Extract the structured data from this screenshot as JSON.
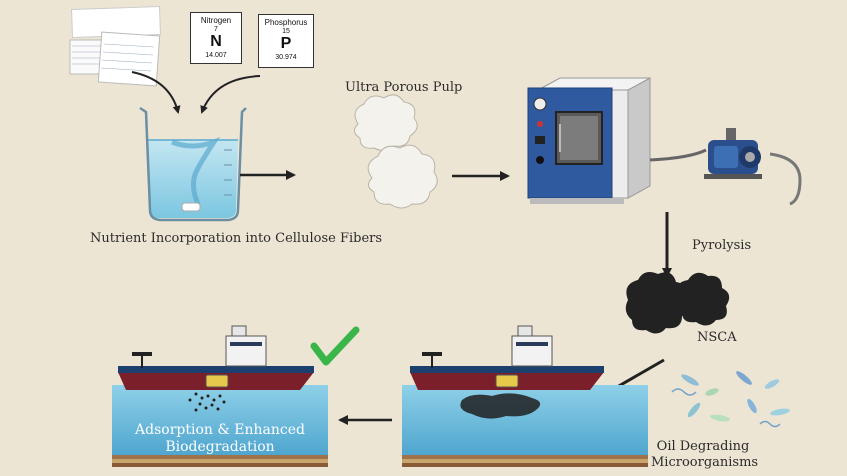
{
  "elements": [
    {
      "name": "Nitrogen",
      "number": "7",
      "symbol": "N",
      "mass": "14.007"
    },
    {
      "name": "Phosphorus",
      "number": "15",
      "symbol": "P",
      "mass": "30.974"
    }
  ],
  "labels": {
    "nutrient": "Nutrient Incorporation into Cellulose Fibers",
    "pulp": "Ultra Porous Pulp",
    "pyrolysis": "Pyrolysis",
    "nsca": "NSCA",
    "microbes_line1": "Oil Degrading",
    "microbes_line2": "Microorganisms",
    "result_line1": "Adsorption & Enhanced",
    "result_line2": "Biodegradation"
  },
  "icons": [
    "paper-scraps",
    "beaker-icon",
    "pulp-icon",
    "vacuum-oven-icon",
    "vacuum-pump-icon",
    "char-icon",
    "ship-icon",
    "oil-spill",
    "microorganism-icon",
    "checkmark-icon"
  ],
  "colors": {
    "background": "#ede5d4",
    "ocean": "#7fc6e0",
    "ship_hull": "#7b1f2a",
    "checkmark": "#3ab549"
  }
}
